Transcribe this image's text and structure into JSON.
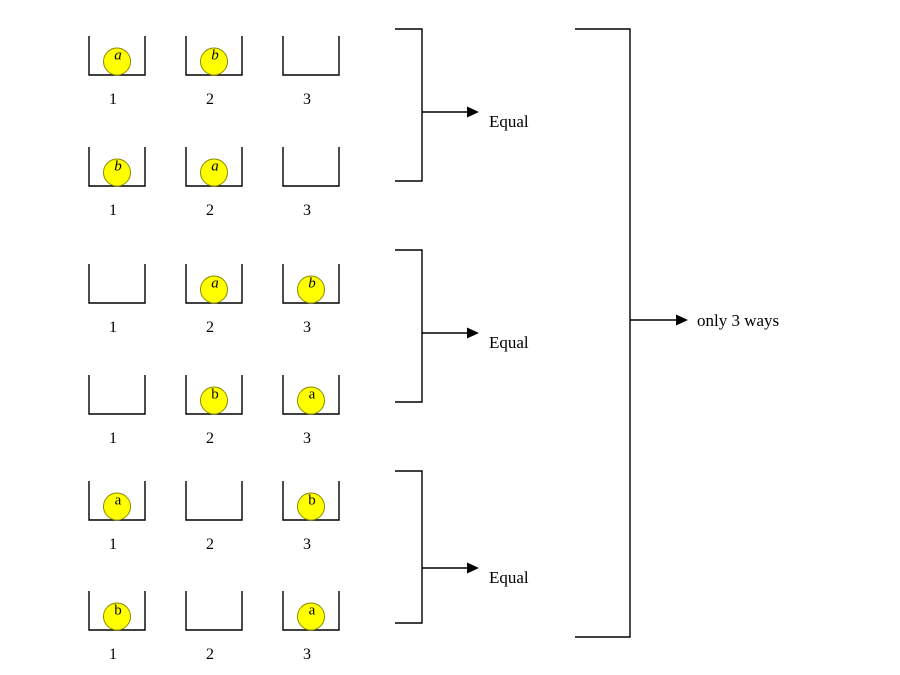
{
  "rows": [
    {
      "boxes": [
        {
          "number": "1",
          "ball": "a",
          "italic": true
        },
        {
          "number": "2",
          "ball": "b",
          "italic": true
        },
        {
          "number": "3",
          "ball": null,
          "italic": false
        }
      ]
    },
    {
      "boxes": [
        {
          "number": "1",
          "ball": "b",
          "italic": true
        },
        {
          "number": "2",
          "ball": "a",
          "italic": true
        },
        {
          "number": "3",
          "ball": null,
          "italic": false
        }
      ]
    },
    {
      "boxes": [
        {
          "number": "1",
          "ball": null,
          "italic": false
        },
        {
          "number": "2",
          "ball": "a",
          "italic": true
        },
        {
          "number": "3",
          "ball": "b",
          "italic": true
        }
      ]
    },
    {
      "boxes": [
        {
          "number": "1",
          "ball": null,
          "italic": false
        },
        {
          "number": "2",
          "ball": "b",
          "italic": false
        },
        {
          "number": "3",
          "ball": "a",
          "italic": false
        }
      ]
    },
    {
      "boxes": [
        {
          "number": "1",
          "ball": "a",
          "italic": false
        },
        {
          "number": "2",
          "ball": null,
          "italic": false
        },
        {
          "number": "3",
          "ball": "b",
          "italic": false
        }
      ]
    },
    {
      "boxes": [
        {
          "number": "1",
          "ball": "b",
          "italic": false
        },
        {
          "number": "2",
          "ball": null,
          "italic": false
        },
        {
          "number": "3",
          "ball": "a",
          "italic": false
        }
      ]
    }
  ],
  "groups": [
    {
      "label": "Equal"
    },
    {
      "label": "Equal"
    },
    {
      "label": "Equal"
    }
  ],
  "final_label": "only 3 ways",
  "colors": {
    "ball": "#ffff00"
  }
}
